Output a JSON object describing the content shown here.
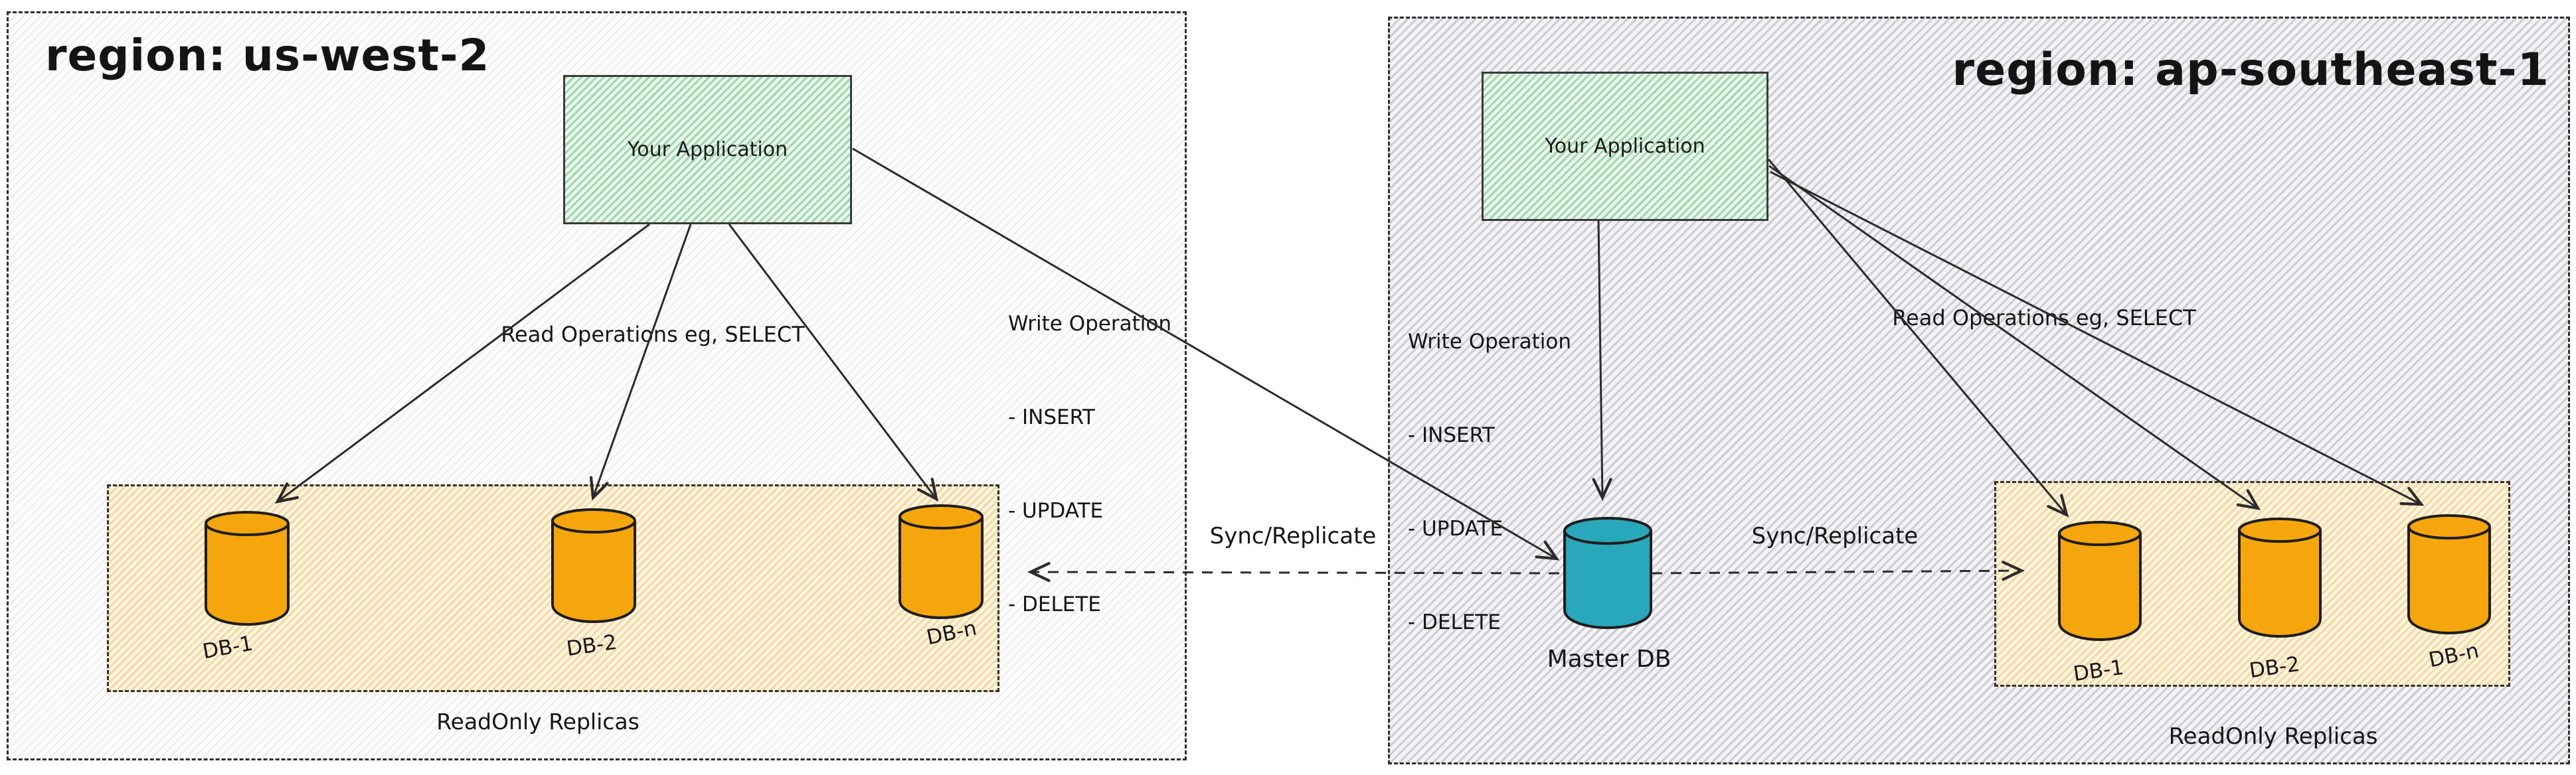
{
  "diagram": {
    "regions": [
      {
        "id": "us-west-2",
        "title": "region: us-west-2",
        "app_label": "Your Application",
        "read_ops_label": "Read Operations eg, SELECT",
        "write_ops": {
          "title": "Write Operation",
          "items": [
            "- INSERT",
            "- UPDATE",
            "- DELETE"
          ]
        },
        "replicas": {
          "label": "ReadOnly Replicas",
          "dbs": [
            "DB-1",
            "DB-2",
            "DB-n"
          ]
        }
      },
      {
        "id": "ap-southeast-1",
        "title": "region: ap-southeast-1",
        "app_label": "Your Application",
        "read_ops_label": "Read Operations eg, SELECT",
        "write_ops": {
          "title": "Write Operation",
          "items": [
            "- INSERT",
            "- UPDATE",
            "- DELETE"
          ]
        },
        "replicas": {
          "label": "ReadOnly Replicas",
          "dbs": [
            "DB-1",
            "DB-2",
            "DB-n"
          ]
        }
      }
    ],
    "master_db_label": "Master DB",
    "sync_labels": {
      "left": "Sync/Replicate",
      "right": "Sync/Replicate"
    },
    "colors": {
      "replica_db": "#f6a60d",
      "master_db": "#2aa8bb",
      "cylinder_stroke": "#1e1e1e",
      "arrow_stroke": "#2b2b2b",
      "app_box_hatch_green": "#8fd3a0",
      "replica_box_hatch_tan": "#f0b95a",
      "region_left_hatch": "#ececf0",
      "region_right_hatch": "#d9d9df"
    }
  }
}
